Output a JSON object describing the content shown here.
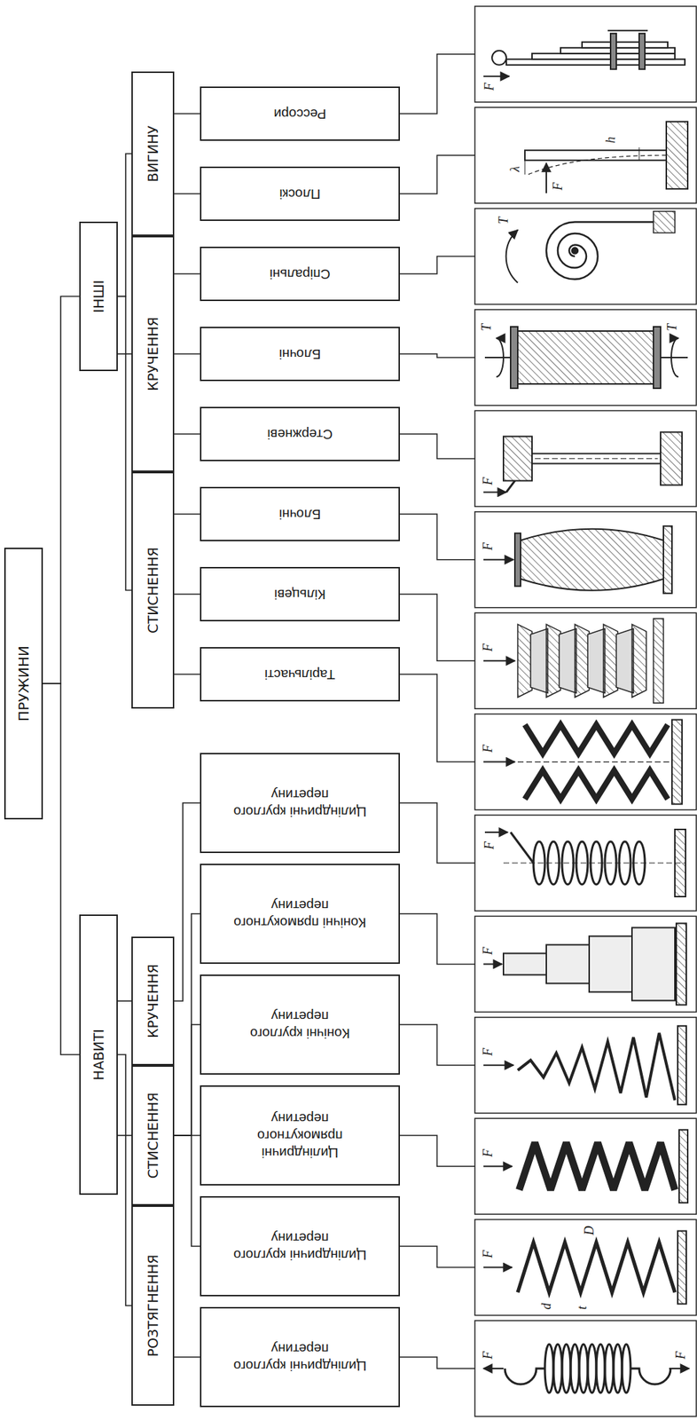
{
  "diagram": {
    "nodes": [
      {
        "text": [
          "ПРУЖИНИ"
        ]
      },
      {
        "text": [
          "НАВИТІ"
        ]
      },
      {
        "text": [
          "РОЗТЯГНЕННЯ"
        ]
      },
      {
        "text": [
          "СТИСНЕННЯ"
        ]
      },
      {
        "text": [
          "КРУЧЕННЯ"
        ]
      },
      {
        "text": [
          "Циліндричні круглого перетину"
        ]
      },
      {
        "text": [
          "Циліндричні круглого перетину"
        ]
      },
      {
        "text": [
          "Циліндричні прямокутного перетину"
        ]
      },
      {
        "text": [
          "Конічні круглого перетину"
        ]
      },
      {
        "text": [
          "Конічні прямокутного перетину"
        ]
      },
      {
        "text": [
          "Циліндричні круглого перетину"
        ]
      },
      {
        "text": [
          "ІНШІ"
        ]
      },
      {
        "text": [
          "СТИСНЕННЯ"
        ]
      },
      {
        "text": [
          "КРУЧЕННЯ"
        ]
      },
      {
        "text": [
          "ВИГИНУ"
        ]
      },
      {
        "text": [
          "Тарільчасті"
        ]
      },
      {
        "text": [
          "Кільцеві"
        ]
      },
      {
        "text": [
          "Блочні"
        ]
      },
      {
        "text": [
          "Стержневі"
        ]
      },
      {
        "text": [
          "Блочні"
        ]
      },
      {
        "text": [
          "Спіральні"
        ]
      },
      {
        "text": [
          "Плоскі"
        ]
      },
      {
        "text": [
          "Рессори"
        ]
      }
    ],
    "edges": [
      {
        "from": 0,
        "to": 1,
        "arrow": "none"
      },
      {
        "from": 0,
        "to": 11,
        "arrow": "none"
      },
      {
        "from": 1,
        "to": 2,
        "arrow": "none"
      },
      {
        "from": 1,
        "to": 3,
        "arrow": "none"
      },
      {
        "from": 1,
        "to": 4,
        "arrow": "none"
      },
      {
        "from": 2,
        "to": 5,
        "arrow": "none"
      },
      {
        "from": 3,
        "to": 6,
        "arrow": "none"
      },
      {
        "from": 3,
        "to": 7,
        "arrow": "none"
      },
      {
        "from": 3,
        "to": 8,
        "arrow": "none"
      },
      {
        "from": 3,
        "to": 9,
        "arrow": "none"
      },
      {
        "from": 4,
        "to": 10,
        "arrow": "none"
      },
      {
        "from": 11,
        "to": 12,
        "arrow": "none"
      },
      {
        "from": 11,
        "to": 13,
        "arrow": "none"
      },
      {
        "from": 11,
        "to": 14,
        "arrow": "none"
      },
      {
        "from": 12,
        "to": 15,
        "arrow": "none"
      },
      {
        "from": 12,
        "to": 16,
        "arrow": "none"
      },
      {
        "from": 12,
        "to": 17,
        "arrow": "none"
      },
      {
        "from": 13,
        "to": 18,
        "arrow": "none"
      },
      {
        "from": 13,
        "to": 19,
        "arrow": "none"
      },
      {
        "from": 13,
        "to": 20,
        "arrow": "none"
      },
      {
        "from": 14,
        "to": 21,
        "arrow": "none"
      },
      {
        "from": 14,
        "to": 22,
        "arrow": "none"
      }
    ],
    "labels": [
      "F",
      "F",
      "F",
      "d",
      "t",
      "D",
      "F",
      "F",
      "F",
      "F",
      "F",
      "F",
      "F",
      "F",
      "T",
      "T",
      "T",
      "λ",
      "F",
      "h",
      "F"
    ]
  }
}
